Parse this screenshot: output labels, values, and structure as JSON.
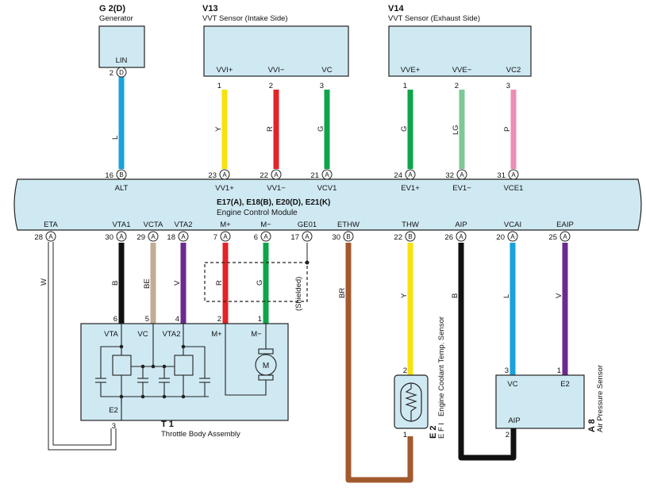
{
  "generator": {
    "id": "G 2(D)",
    "name": "Generator",
    "terminal": "LIN",
    "pin": "2",
    "conn": "D",
    "color_code": "L"
  },
  "v13": {
    "id": "V13",
    "name": "VVT Sensor (Intake Side)",
    "terminals": [
      "VVI+",
      "VVI−",
      "VC"
    ],
    "pins": [
      "1",
      "2",
      "3"
    ],
    "color_codes": [
      "Y",
      "R",
      "G"
    ]
  },
  "v14": {
    "id": "V14",
    "name": "VVT Sensor (Exhaust Side)",
    "terminals": [
      "VVE+",
      "VVE−",
      "VC2"
    ],
    "pins": [
      "1",
      "2",
      "3"
    ],
    "color_codes": [
      "G",
      "LG",
      "P"
    ]
  },
  "ecm": {
    "id": "E17(A), E18(B), E20(D), E21(K)",
    "name": "Engine Control Module",
    "top_terminals": [
      "ALT",
      "VV1+",
      "VV1−",
      "VCV1",
      "EV1+",
      "EV1−",
      "VCE1"
    ],
    "top_pins": [
      "16",
      "23",
      "22",
      "21",
      "24",
      "32",
      "31"
    ],
    "top_conns": [
      "B",
      "A",
      "A",
      "A",
      "A",
      "A",
      "A"
    ],
    "bottom_terminals": [
      "ETA",
      "VTA1",
      "VCTA",
      "VTA2",
      "M+",
      "M−",
      "GE01",
      "ETHW",
      "THW",
      "AIP",
      "VCAI",
      "EAIP"
    ],
    "bottom_pins": [
      "28",
      "30",
      "29",
      "18",
      "7",
      "6",
      "17",
      "30",
      "22",
      "26",
      "20",
      "25"
    ],
    "bottom_conns": [
      "A",
      "A",
      "A",
      "A",
      "A",
      "A",
      "A",
      "B",
      "B",
      "A",
      "A",
      "A"
    ]
  },
  "bottom_wire_codes": [
    "W",
    "B",
    "BE",
    "V",
    "R",
    "G",
    "BR",
    "Y",
    "B",
    "L",
    "V"
  ],
  "shielded": "(Shielded)",
  "throttle": {
    "id": "T 1",
    "name": "Throttle Body Assembly",
    "terminals": [
      "VTA",
      "VC",
      "VTA2",
      "M+",
      "M−",
      "E2"
    ],
    "pins": [
      "6",
      "5",
      "4",
      "2",
      "1",
      "3"
    ],
    "motor": "M"
  },
  "e2": {
    "id": "E 2",
    "name": "E F I   Engine Coolant Temp. Sensor",
    "pins": [
      "2",
      "1"
    ]
  },
  "a8": {
    "id": "A 8",
    "name": "Air Pressure Sensor",
    "terminals": [
      "VC",
      "E2",
      "AIP"
    ],
    "pins": [
      "3",
      "1",
      "2"
    ]
  },
  "colors": {
    "light_blue": "#19a2db",
    "yellow": "#f6e20d",
    "red": "#e42227",
    "green": "#0ea54a",
    "light_green": "#7bc996",
    "pink": "#ee8cb4",
    "black": "#111111",
    "beige": "#c1ad94",
    "violet": "#6c2a8f",
    "brown": "#a15a2d",
    "box_fill": "#cfe9f3"
  }
}
